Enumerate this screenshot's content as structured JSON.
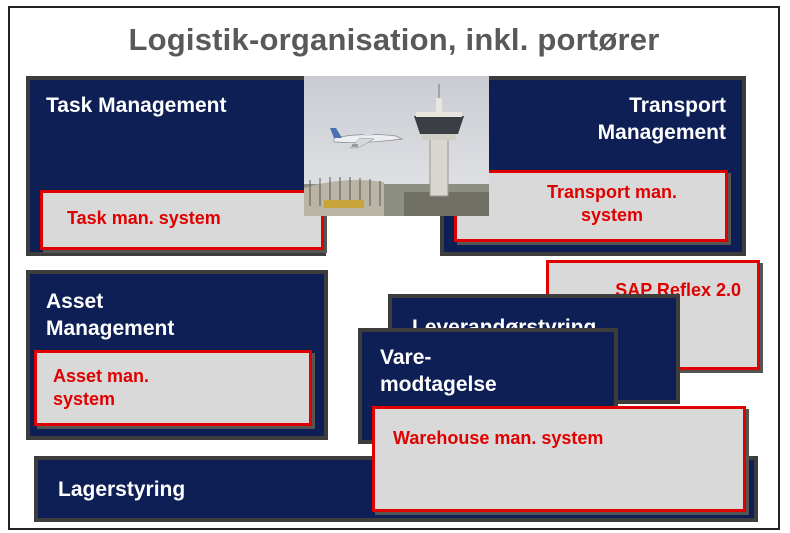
{
  "title": "Logistik-organisation, inkl. portører",
  "boxes": {
    "task_management": "Task Management",
    "transport_management": "Transport Management",
    "asset_management": "Asset Management",
    "leverandorstyring": "Leverandørstyring",
    "varemodtagelse": "Vare-modtagelse",
    "lagerstyring": "Lagerstyring"
  },
  "systems": {
    "task_system": "Task man. system",
    "transport_system": "Transport man. system",
    "asset_system": "Asset  man. system",
    "sap_reflex": "SAP Reflex 2.0",
    "warehouse_system": "Warehouse  man. system"
  },
  "colors": {
    "navy": "#0d1f55",
    "red": "#e00000",
    "gray": "#d9d9d9",
    "title": "#595959"
  }
}
